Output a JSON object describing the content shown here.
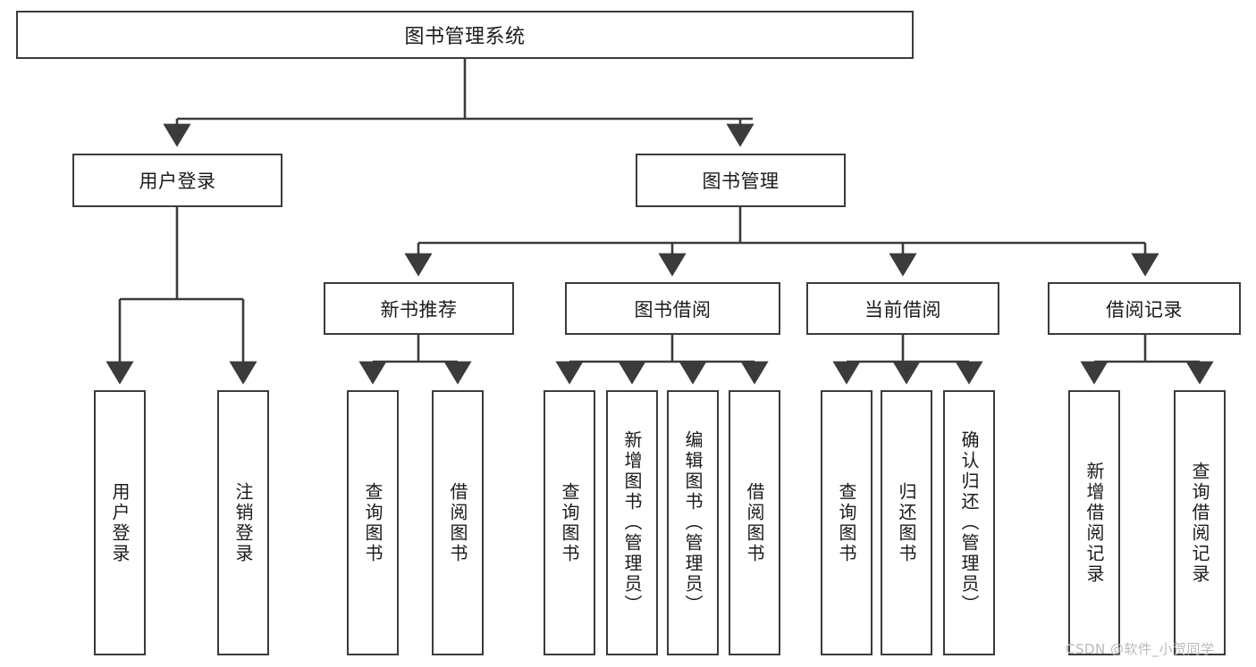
{
  "diagram": {
    "type": "hierarchy-tree",
    "title": "图书管理系统",
    "levels": 4,
    "root": {
      "id": "root",
      "label": "图书管理系统"
    },
    "level2": [
      {
        "id": "user-login",
        "label": "用户登录"
      },
      {
        "id": "book-manage",
        "label": "图书管理"
      }
    ],
    "level3": [
      {
        "id": "new-book-rec",
        "label": "新书推荐",
        "parent": "book-manage"
      },
      {
        "id": "book-borrow",
        "label": "图书借阅",
        "parent": "book-manage"
      },
      {
        "id": "current-borrow",
        "label": "当前借阅",
        "parent": "book-manage"
      },
      {
        "id": "borrow-record",
        "label": "借阅记录",
        "parent": "book-manage"
      }
    ],
    "leaves": [
      {
        "id": "leaf-user-login",
        "label": "用户登录",
        "parent": "user-login"
      },
      {
        "id": "leaf-logout",
        "label": "注销登录",
        "parent": "user-login"
      },
      {
        "id": "leaf-query-book-1",
        "label": "查询图书",
        "parent": "new-book-rec"
      },
      {
        "id": "leaf-borrow-book-1",
        "label": "借阅图书",
        "parent": "new-book-rec"
      },
      {
        "id": "leaf-query-book-2",
        "label": "查询图书",
        "parent": "book-borrow"
      },
      {
        "id": "leaf-add-book",
        "label": "新增图书（管理员）",
        "parent": "book-borrow"
      },
      {
        "id": "leaf-edit-book",
        "label": "编辑图书（管理员）",
        "parent": "book-borrow"
      },
      {
        "id": "leaf-borrow-book-2",
        "label": "借阅图书",
        "parent": "book-borrow"
      },
      {
        "id": "leaf-query-book-3",
        "label": "查询图书",
        "parent": "current-borrow"
      },
      {
        "id": "leaf-return-book",
        "label": "归还图书",
        "parent": "current-borrow"
      },
      {
        "id": "leaf-confirm-return",
        "label": "确认归还（管理员）",
        "parent": "current-borrow"
      },
      {
        "id": "leaf-add-record",
        "label": "新增借阅记录",
        "parent": "borrow-record"
      },
      {
        "id": "leaf-query-record",
        "label": "查询借阅记录",
        "parent": "borrow-record"
      }
    ],
    "colors": {
      "stroke": "#3b3b3b",
      "fill": "#ffffff",
      "text": "#1b1b1b",
      "watermark": "#b9b9b9"
    }
  },
  "watermark": {
    "text": "CSDN @软件_小贺同学"
  }
}
